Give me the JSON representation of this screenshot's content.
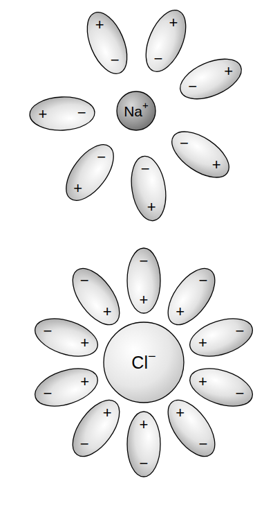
{
  "diagram": {
    "nodes": [
      {
        "text": [
          "Na",
          "+"
        ]
      },
      {
        "text": [
          "−",
          "+"
        ]
      },
      {
        "text": [
          "−",
          "+"
        ]
      },
      {
        "text": [
          "−",
          "+"
        ]
      },
      {
        "text": [
          "−",
          "+"
        ]
      },
      {
        "text": [
          "−",
          "+"
        ]
      },
      {
        "text": [
          "−",
          "+"
        ]
      },
      {
        "text": [
          "−",
          "+"
        ]
      },
      {
        "text": [
          "Cl",
          "−"
        ]
      },
      {
        "text": [
          "+",
          "−"
        ]
      },
      {
        "text": [
          "+",
          "−"
        ]
      },
      {
        "text": [
          "+",
          "−"
        ]
      },
      {
        "text": [
          "+",
          "−"
        ]
      },
      {
        "text": [
          "+",
          "−"
        ]
      },
      {
        "text": [
          "+",
          "−"
        ]
      },
      {
        "text": [
          "+",
          "−"
        ]
      },
      {
        "text": [
          "+",
          "−"
        ]
      },
      {
        "text": [
          "+",
          "−"
        ]
      },
      {
        "text": [
          "+",
          "−"
        ]
      }
    ]
  }
}
